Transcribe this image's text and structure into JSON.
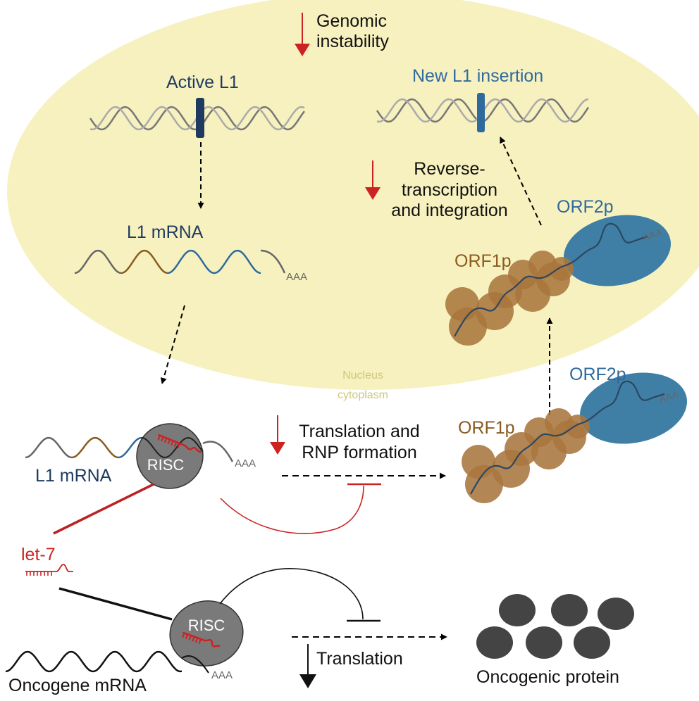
{
  "compartments": {
    "nucleus": "Nucleus",
    "cytoplasm": "cytoplasm"
  },
  "nucleus": {
    "genomic_instability": "Genomic\ninstability",
    "active_l1": "Active L1",
    "l1_mrna": "L1 mRNA",
    "polyA": "AAA",
    "new_l1_insertion": "New L1 insertion",
    "reverse_transcription": "Reverse-\ntranscription\nand integration",
    "orf1p": "ORF1p",
    "orf2p": "ORF2p",
    "polyA_rnp": "AAA"
  },
  "cytoplasm": {
    "l1_mrna": "L1 mRNA",
    "risc": "RISC",
    "polyA": "AAA",
    "translation_rnp": "Translation and\nRNP formation",
    "orf1p": "ORF1p",
    "orf2p": "ORF2p",
    "polyA_rnp": "AAA",
    "let7": "let-7",
    "risc_onco": "RISC",
    "oncogene_mrna": "Oncogene mRNA",
    "polyA_onco": "AAA",
    "translation": "Translation",
    "oncogenic_protein": "Oncogenic protein"
  },
  "colors": {
    "nucleus_fill": "#f7f1bf",
    "dark_blue": "#1e3a5f",
    "mid_blue": "#2e6a9e",
    "orf2p_blue": "#3f7fa6",
    "orf1p_brown": "#a8763e",
    "text_brown": "#8b5a1e",
    "red": "#cc2222",
    "risc_gray": "#7a7a7a",
    "protein_gray": "#444444",
    "nucleus_label": "#cfc77a"
  }
}
